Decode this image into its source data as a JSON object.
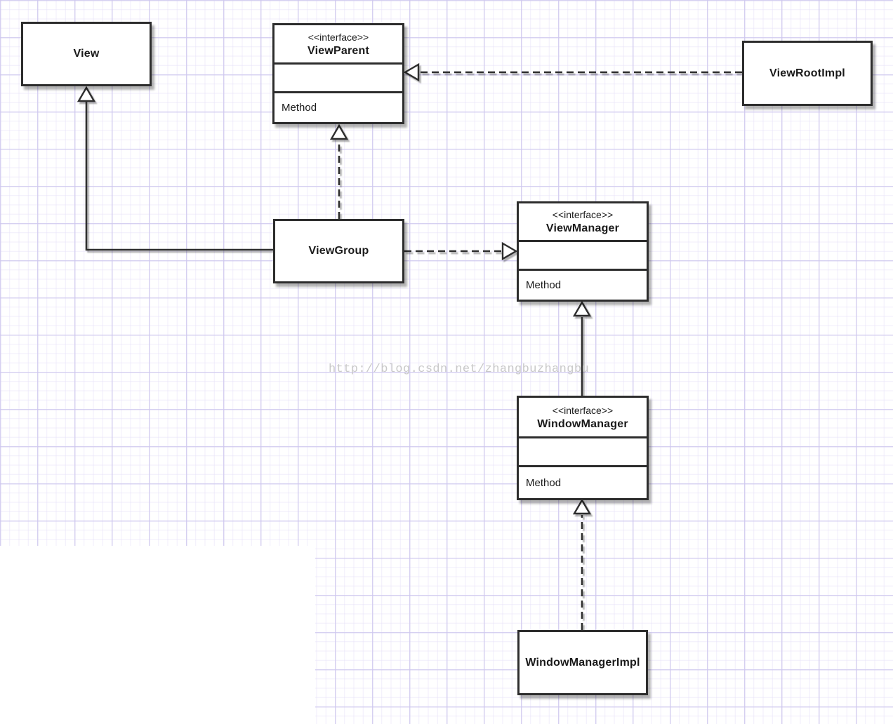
{
  "diagram_type": "uml-class-diagram",
  "watermark": {
    "text": "http://blog.csdn.net/zhangbuzhangbu",
    "color": "#c9c9c9"
  },
  "classes": {
    "view": {
      "type": "class",
      "name": "View"
    },
    "view_parent": {
      "type": "interface",
      "stereotype": "<<interface>>",
      "name": "ViewParent",
      "fields": "",
      "method_label": "Method"
    },
    "view_root_impl": {
      "type": "class",
      "name": "ViewRootImpl"
    },
    "view_group": {
      "type": "class",
      "name": "ViewGroup"
    },
    "view_manager": {
      "type": "interface",
      "stereotype": "<<interface>>",
      "name": "ViewManager",
      "fields": "",
      "method_label": "Method"
    },
    "window_manager": {
      "type": "interface",
      "stereotype": "<<interface>>",
      "name": "WindowManager",
      "fields": "",
      "method_label": "Method"
    },
    "window_manager_impl": {
      "type": "class",
      "name": "WindowManagerImpl"
    }
  },
  "relationships": [
    {
      "from": "ViewGroup",
      "to": "View",
      "type": "generalization",
      "line": "solid",
      "arrow": "hollow-triangle"
    },
    {
      "from": "ViewGroup",
      "to": "ViewParent",
      "type": "realization",
      "line": "dashed",
      "arrow": "hollow-triangle"
    },
    {
      "from": "ViewRootImpl",
      "to": "ViewParent",
      "type": "realization",
      "line": "dashed",
      "arrow": "hollow-triangle"
    },
    {
      "from": "ViewGroup",
      "to": "ViewManager",
      "type": "realization",
      "line": "dashed",
      "arrow": "hollow-triangle"
    },
    {
      "from": "WindowManager",
      "to": "ViewManager",
      "type": "generalization",
      "line": "solid",
      "arrow": "hollow-triangle"
    },
    {
      "from": "WindowManagerImpl",
      "to": "WindowManager",
      "type": "realization",
      "line": "dashed",
      "arrow": "hollow-triangle"
    }
  ],
  "colors": {
    "box_border": "#2d2d2d",
    "box_fill": "#ffffff",
    "grid_minor": "#e6e1f8",
    "grid_major": "#cec7ee",
    "text": "#1a1a1a"
  }
}
